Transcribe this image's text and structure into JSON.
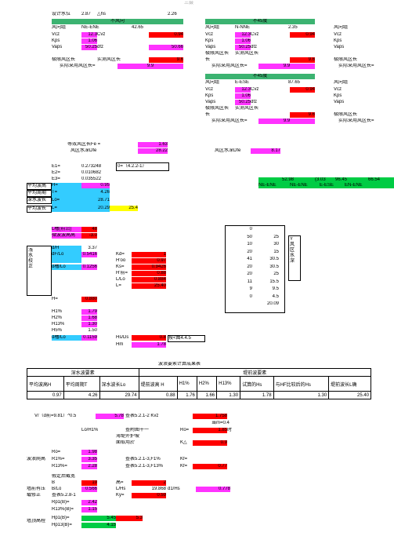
{
  "page_title": "三鼓",
  "header": {
    "design_label": "设计水位",
    "hs_val": "2.87",
    "hs_lbl": "△hs",
    "hs_val2": "2.26"
  },
  "wind_bands": [
    {
      "band": "不风向",
      "dir_lbl": "风向组",
      "dir": "NE-ENE",
      "ang": "42.65"
    },
    {
      "band": "不45度",
      "dir_lbl": "风向组",
      "dir": "N-NNE",
      "ang": "2.35"
    },
    {
      "band": "不45度",
      "dir_lbl": "风向组",
      "dir": "E-ESE",
      "ang": "87.65"
    }
  ],
  "rows": {
    "vcz": "Vcz",
    "kp": "Kps",
    "vaps": "Vaps",
    "cvz": "Cvz",
    "dfz": "dfz",
    "len1": "极限风区长",
    "len2": "实测风区长",
    "adopt": "实际采用风区长=",
    "len_short": "长",
    "vcz_val": "12.3",
    "kp_val": "1.06",
    "vaps_val": "50.25",
    "dfz_val": "50.66",
    "cvz_val": "0.94",
    "len_val": "9.6",
    "adopt_val": "9.9"
  },
  "equiv": {
    "fe_lbl": "等效风区长Fe =",
    "fe_val": "1.63",
    "dfe_lbl": "风区水深Dfe",
    "dfe_val": "28.22",
    "dfe_lbl2": "风区水深Dfe",
    "dfe_val2": "8.17"
  },
  "green_row": {
    "v1": "52.98",
    "v2": "(3.03",
    "v3": "96.45",
    "v4": "66.54",
    "l1": "NE-ENE",
    "l2": "NE-ENE",
    "l3": "E-ESE",
    "l4": "EN-ENE"
  },
  "e_rows": [
    {
      "k": "E1=",
      "v": "0.273248",
      "n": "0=（4.2.2-1）"
    },
    {
      "k": "E2=",
      "v": "0.010682"
    },
    {
      "k": "E3=",
      "v": "0.035522"
    }
  ],
  "side_tags": [
    "平均波高",
    "平均周期",
    "深水波长",
    "平均波长"
  ],
  "cy_rows": [
    {
      "k": "H=",
      "v": "0.95"
    },
    {
      "k": "T=",
      "v": "4.26"
    },
    {
      "k": "Lo=",
      "v": "28.71"
    },
    {
      "k": "L=",
      "v": "20.29",
      "v2": "25.4"
    }
  ],
  "section2": {
    "a1": "L槽(前沿)",
    "a1v": "48",
    "a2": "微波波高高",
    "a2v": "-3.0",
    "b1": "d/H",
    "b1v": "3.37",
    "b2": "dF/Lo",
    "b2v": "0.5416",
    "kd": "Kd=",
    "kdv": "1",
    "hoh": "H'oo",
    "hohv": "0.97",
    "b3": "d槽/Lo",
    "b3v": "0.1256",
    "ks": "Ks=",
    "ksv": "0.9426",
    "h1": "H'前=",
    "h1v": "0.88",
    "lo": "L/Lo",
    "lov": "0.884",
    "l2": "L=",
    "l2v": "25.40",
    "hv": "H=",
    "hvv": "0.880",
    "h1p": "H1%",
    "h1pv": "1.79",
    "h2p": "H2%",
    "h2pv": "1.68",
    "h13p": "H13%",
    "h13pv": "1.30",
    "h5p": "H5%",
    "h5pv": "1.50",
    "dlo": "d槽/Lo",
    "dlov": "0.1159",
    "hsds": "Hs/Ds",
    "hsdsv": "0.8",
    "note": "按<图4.4.5",
    "hm": "Hm",
    "hmv": "1.78"
  },
  "left_box": "浅\n水\n校\n正",
  "right_box": "Y\n风\n区\n水\n深",
  "depth_pairs": [
    [
      "0",
      ""
    ],
    [
      "50",
      "25"
    ],
    [
      "10",
      "30"
    ],
    [
      "20",
      "15"
    ],
    [
      "41",
      "30.5"
    ],
    [
      "20",
      "30.5"
    ],
    [
      "20",
      "25"
    ],
    [
      "11",
      "15.5"
    ],
    [
      "9",
      "9.5"
    ],
    [
      "0",
      "4.5"
    ],
    [
      "",
      "20.09"
    ]
  ],
  "table": {
    "caption": "波浪要素计算成果表",
    "g1": "深水波要素",
    "g2": "堤前波要素",
    "headers": [
      "平均波高H",
      "平均周期T",
      "深水波长Lo",
      "堤前波高 H",
      "H1%",
      "H2%",
      "H13%",
      "试算的Hs",
      "与HF比较后的Hs",
      "堤前波长L确"
    ],
    "values": [
      "0.97",
      "4.26",
      "29.74",
      "0.88",
      "1.76",
      "1.66",
      "1.30",
      "1.78",
      "1.30",
      "25.40"
    ]
  },
  "bottom": {
    "vf": "V/（d前=9.81）^0.5",
    "vfv": "5.78",
    "q1": "查表5.2.1-2 Kvz",
    "q1v": "1.758",
    "q2": "当m=0.4",
    "lohp": "Lo/H1%",
    "lohpv": "",
    "q3": "查附图十一",
    "roe": "Ro=",
    "roev": "1.85",
    "he": "时",
    "sea": "海堤外护坡",
    "sea2": "面取用於",
    "k": "K△",
    "kv": "0.9",
    "ro": "Ro=",
    "rov": "1.98",
    "run": "波浪爬高",
    "rp": "R1%=",
    "rpv": "3.35",
    "q4": "查表5.2.1-3,F1%",
    "kf": "Kf=",
    "kfv": "",
    "r13": "R13%=",
    "r13v": "2.28",
    "q5": "查表5.2.1-3,F13%",
    "kf2": "Kf=",
    "kf2v": "0.77",
    "assume": "假定后截宽",
    "b": "B",
    "bv": "19",
    "tz": "高=",
    "tzv": "2",
    "bl": "B/Lo",
    "blv": "0.566",
    "lh": "L/Hs",
    "lhv": "19.868",
    "dlh": "d1/Hs",
    "dlhv": "0.778",
    "wall": "墙前有压",
    "wall2": "载修正",
    "q6": "查表5.2.8-1",
    "ky": "Ky=",
    "kyv": "0.59",
    "rp1": "Rp1(B)=",
    "rp1v": "2.42",
    "rp13": "R13%(B)=",
    "rp13v": "1.15",
    "top": "墙顶高程",
    "t1": "Hp1(B)=",
    "t1v": "5.45",
    "t1b": "5.3",
    "t2": "Hp13(B)=",
    "t2v": "4.15"
  }
}
